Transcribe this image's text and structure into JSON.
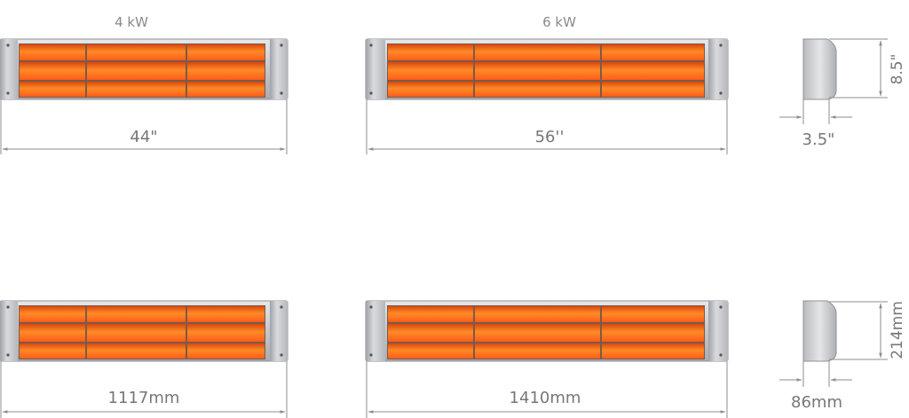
{
  "models": [
    {
      "title": "4 kW",
      "width_in": "44\"",
      "width_mm": "1117mm"
    },
    {
      "title": "6 kW",
      "width_in": "56''",
      "width_mm": "1410mm"
    }
  ],
  "side_profile": {
    "height_in": "8.5\"",
    "depth_in": "3.5\"",
    "height_mm": "214mm",
    "depth_mm": "86mm"
  },
  "colors": {
    "frame": "#c9cbcf",
    "frame_dark": "#8e9196",
    "element_top": "#e2561a",
    "element_mid": "#ff7a1e",
    "element_bottom": "#ff5a1c",
    "dimension_line": "#8c8c8c"
  }
}
